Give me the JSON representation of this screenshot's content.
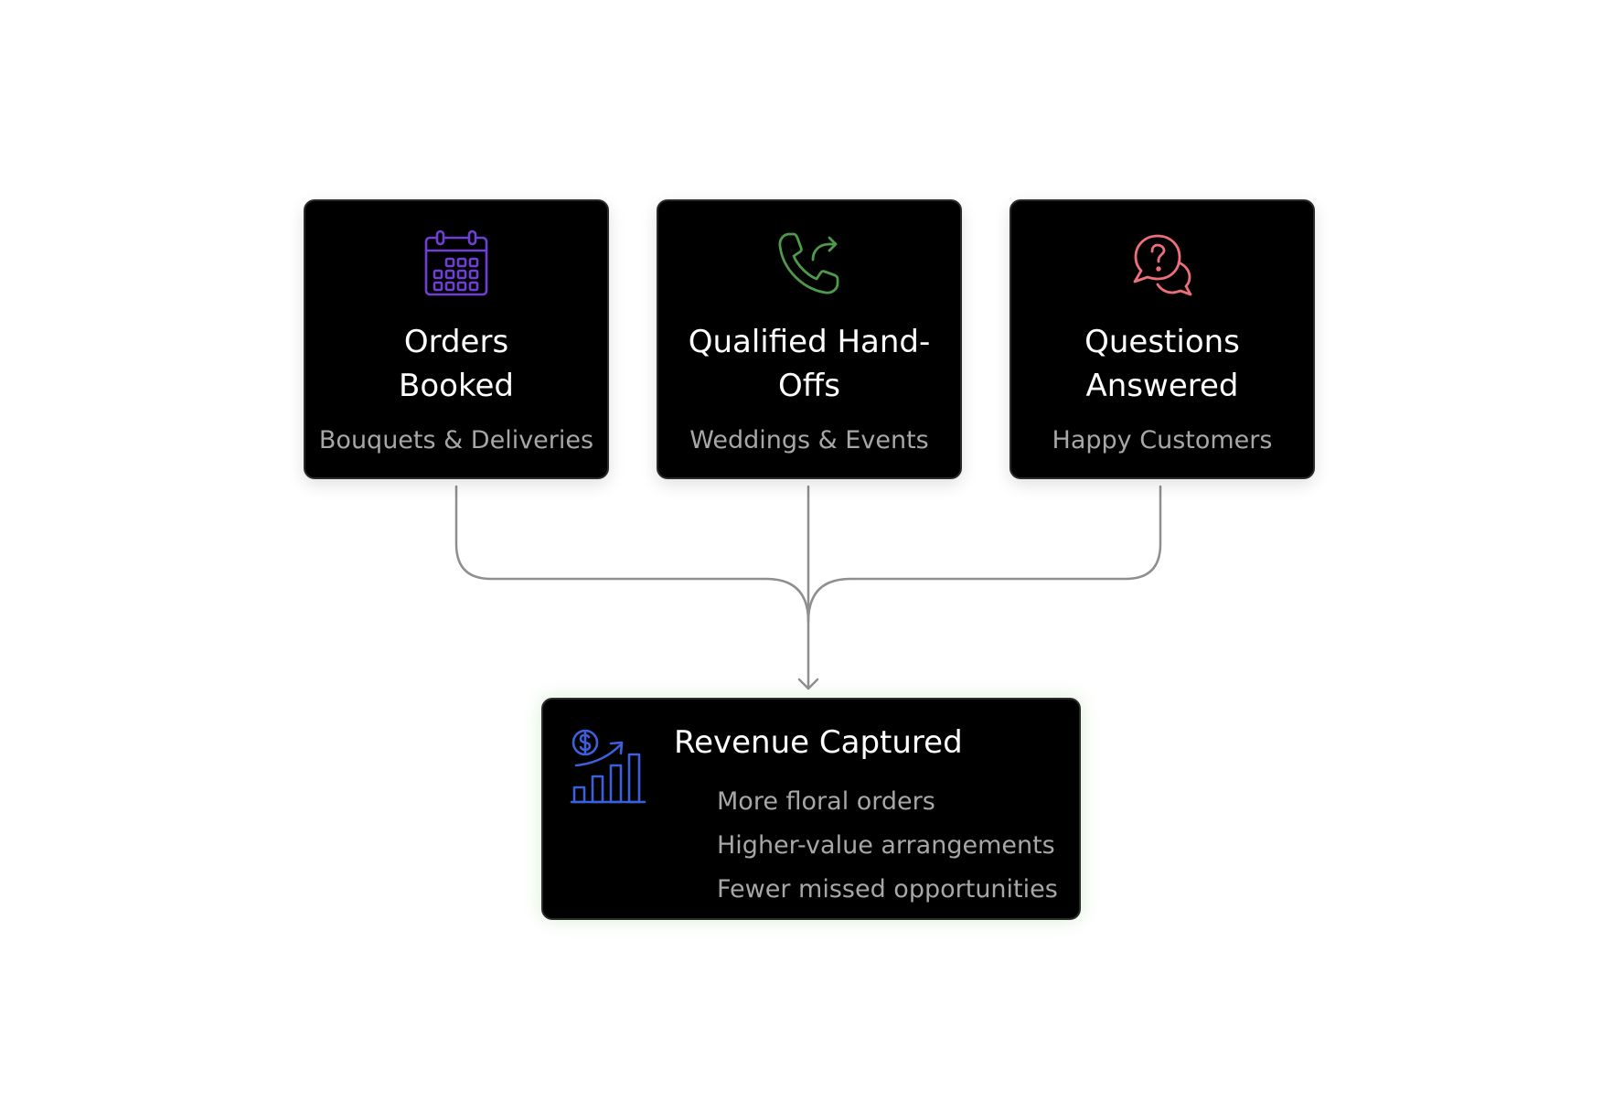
{
  "cards": [
    {
      "title_line1": "Orders",
      "title_line2": "Booked",
      "subtitle": "Bouquets & Deliveries",
      "icon": "calendar-icon",
      "icon_color": "#6f3fd4"
    },
    {
      "title_line1": "Qualified Hand-",
      "title_line2": "Offs",
      "subtitle": "Weddings & Events",
      "icon": "phone-forward-icon",
      "icon_color": "#4f9a4a"
    },
    {
      "title_line1": "Questions",
      "title_line2": "Answered",
      "subtitle": "Happy Customers",
      "icon": "question-chat-icon",
      "icon_color": "#ec6f7a"
    }
  ],
  "result": {
    "title": "Revenue Captured",
    "icon": "revenue-growth-icon",
    "icon_color": "#3d5fd9",
    "items": [
      "More floral orders",
      "Higher-value arrangements",
      "Fewer missed opportunities"
    ]
  },
  "connector_color": "#8e8e8e"
}
